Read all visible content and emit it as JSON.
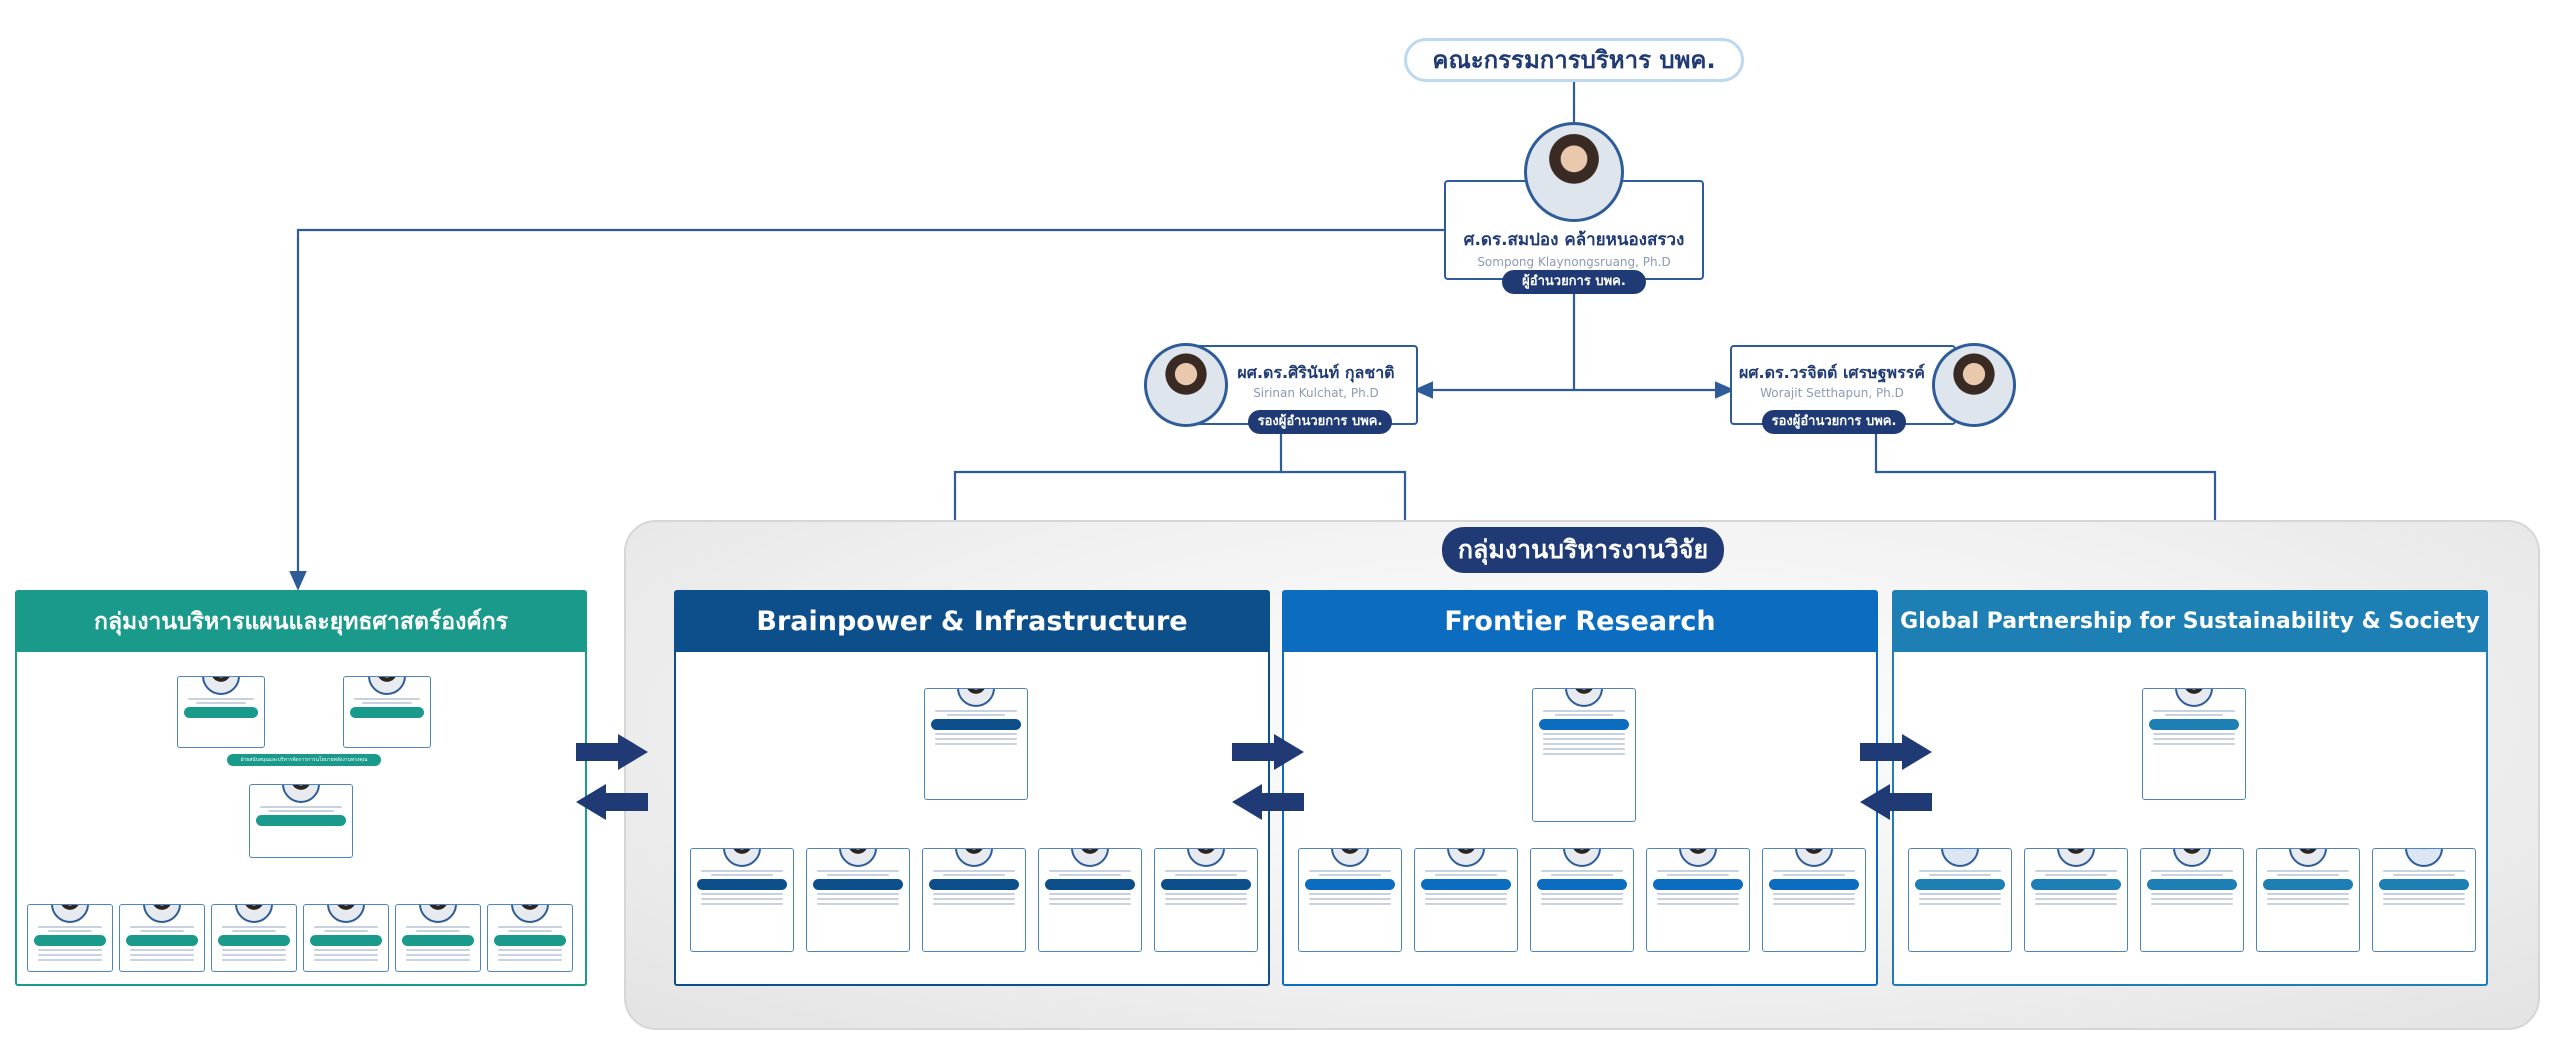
{
  "executive_board": {
    "label": "คณะกรรมการบริหาร บพค."
  },
  "director": {
    "name_th": "ศ.ดร.สมปอง คล้ายหนองสรวง",
    "name_en": "Sompong Klaynongsruang, Ph.D",
    "role": "ผู้อำนวยการ บพค."
  },
  "deputies": [
    {
      "name_th": "ผศ.ดร.ศิรินันท์ กุลชาติ",
      "name_en": "Sirinan Kulchat, Ph.D",
      "role": "รองผู้อำนวยการ บพค."
    },
    {
      "name_th": "ผศ.ดร.วรจิตต์ เศรษฐพรรค์",
      "name_en": "Worajit Setthapun, Ph.D",
      "role": "รองผู้อำนวยการ บพค."
    }
  ],
  "research_group": {
    "label": "กลุ่มงานบริหารงานวิจัย"
  },
  "strategy_panel": {
    "title": "กลุ่มงานบริหารแผนและยุทธศาสตร์องค์กร",
    "color": "#1a9a8a",
    "section_label": "ฝ่ายสนับสนุนและบริหารจัดการการนโยบายพลังงานทรงคุณ"
  },
  "panels": [
    {
      "title": "Brainpower & Infrastructure",
      "color": "#0d4f8b"
    },
    {
      "title": "Frontier Research",
      "color": "#0b6cc0"
    },
    {
      "title": "Global Partnership for Sustainability & Society",
      "color": "#1e7fb4"
    }
  ],
  "icons": {
    "right_arrow": "right-arrow-icon",
    "left_arrow": "left-arrow-icon"
  },
  "colors": {
    "navy": "#1f3a74",
    "teal": "#1a9a8a",
    "line": "#2e5c98"
  }
}
